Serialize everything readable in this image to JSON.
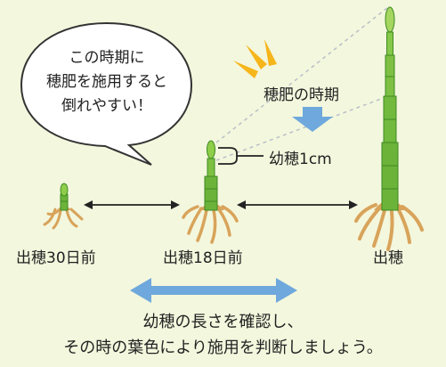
{
  "bubble": {
    "lines": [
      "この時期に",
      "穂肥を施用すると",
      "倒れやすい！"
    ]
  },
  "timing_label": "穂肥の時期",
  "panicle_label": "幼穂1cm",
  "stages": [
    {
      "label": "出穂30日前"
    },
    {
      "label": "出穂18日前"
    },
    {
      "label": "出穂"
    }
  ],
  "caption": {
    "line1": "幼穂の長さを確認し、",
    "line2": "その時の葉色により施用を判断しましょう。"
  },
  "colors": {
    "background": "#f3f7dd",
    "stem_green": "#6cb33a",
    "stem_dark": "#3e8a22",
    "root": "#d8a35a",
    "accent_yellow": "#f5b51b",
    "arrow_blue": "#6fa8dc",
    "line_black": "#222222"
  }
}
